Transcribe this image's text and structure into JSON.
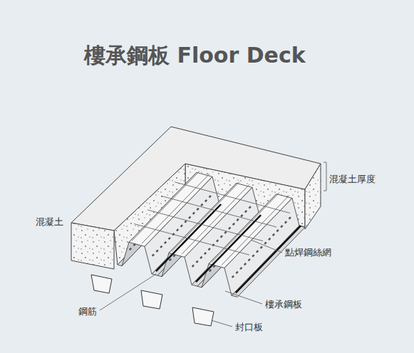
{
  "diagram": {
    "title": "樓承鋼板 Floor Deck",
    "labels": [
      "混凝土厚度",
      "混凝土",
      "點焊鋼絲網",
      "鋼筋",
      "樓承鋼板",
      "封口板"
    ]
  }
}
